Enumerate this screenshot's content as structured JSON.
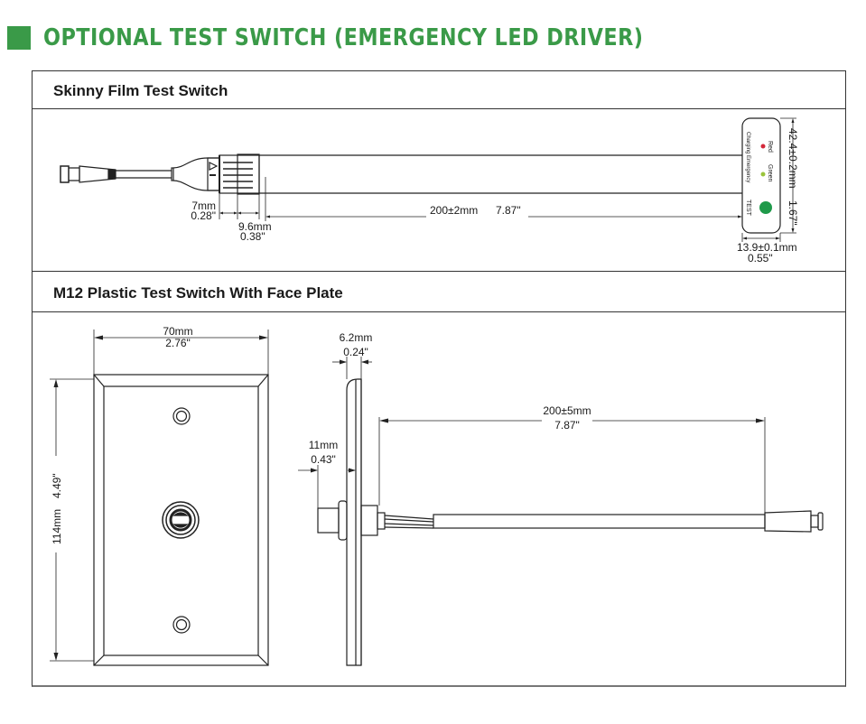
{
  "page": {
    "title": "OPTIONAL TEST SWITCH (EMERGENCY LED DRIVER)",
    "accent_color": "#3a9a48"
  },
  "sections": [
    {
      "heading": "Skinny Film Test Switch",
      "dimensions": {
        "connector_length_mm": "7mm",
        "connector_length_in": "0.28\"",
        "grip_length_mm": "9.6mm",
        "grip_length_in": "0.38\"",
        "film_length_mm": "200±2mm",
        "film_length_in": "7.87\"",
        "panel_height_mm": "42.4±0.2mm",
        "panel_height_in": "1.67\"",
        "panel_width_mm": "13.9±0.1mm",
        "panel_width_in": "0.55\""
      },
      "panel_labels": {
        "column_left": "Charging Emergency",
        "red": "Red",
        "green": "Green",
        "test": "TEST"
      },
      "indicator_colors": {
        "red": "#d4283a",
        "green": "#9ac43c",
        "test": "#1f9a4a"
      }
    },
    {
      "heading": "M12 Plastic Test Switch With Face Plate",
      "dimensions": {
        "plate_width_mm": "70mm",
        "plate_width_in": "2.76\"",
        "plate_height_mm": "114mm",
        "plate_height_in": "4.49\"",
        "plate_thickness_mm": "6.2mm",
        "plate_thickness_in": "0.24\"",
        "button_depth_mm": "11mm",
        "button_depth_in": "0.43\"",
        "cable_length_mm": "200±5mm",
        "cable_length_in": "7.87\""
      }
    }
  ]
}
